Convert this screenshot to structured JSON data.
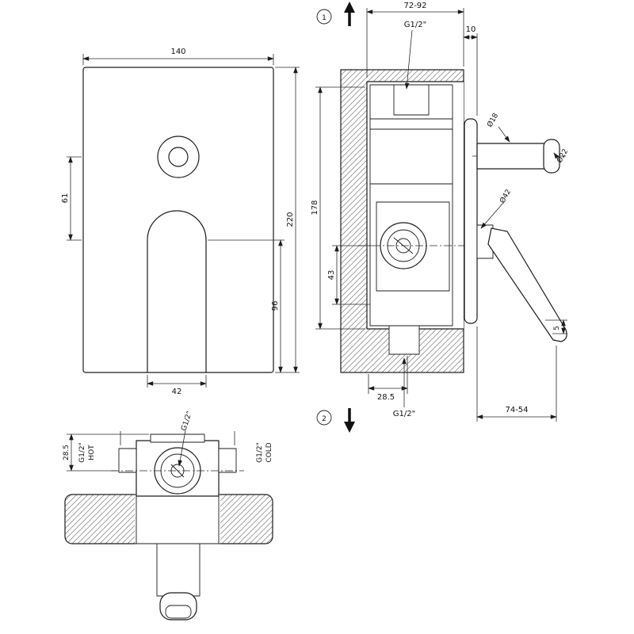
{
  "drawing": {
    "front": {
      "dim_width": "140",
      "dim_button_offset": "61",
      "dim_height": "220",
      "dim_lever": "96",
      "dim_slot_width": "42"
    },
    "side": {
      "marker_top": "1",
      "marker_bottom": "2",
      "dim_depth_range": "72-92",
      "label_inlet_thread": "G1/2\"",
      "dim_plate_offset": "10",
      "dim_body_height": "178",
      "label_spout_dia": "Ø18",
      "label_spout_end_dia": "Ø22",
      "label_rosette_dia": "Ø42",
      "dim_outlet_offset": "43",
      "dim_handle_gap": "5",
      "dim_outlet_depth": "28.5",
      "label_outlet_thread": "G1/2\"",
      "dim_handle_projection": "74-54"
    },
    "bottom": {
      "dim_port_offset": "28.5",
      "label_hot_thread": "G1/2\"",
      "label_hot": "HOT",
      "label_center_thread": "G1/2\"",
      "label_cold_thread": "G1/2\"",
      "label_cold": "COLD"
    }
  }
}
